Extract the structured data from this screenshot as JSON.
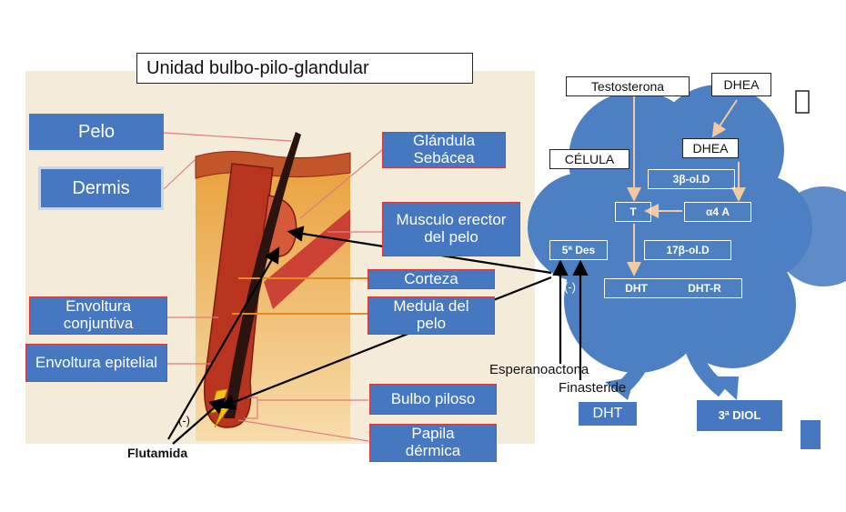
{
  "title": "Unidad bulbo-pilo-glandular",
  "left_labels": {
    "pelo": "Pelo",
    "dermis": "Dermis",
    "envoltura_conjuntiva": "Envoltura conjuntiva",
    "envoltura_epitelial": "Envoltura epitelial"
  },
  "right_labels": {
    "glandula": "Glándula Sebácea",
    "musculo": "Musculo erector del pelo",
    "corteza": "Corteza",
    "medula": "Medula del pelo",
    "bulbo": "Bulbo piloso",
    "papila": "Papila dérmica"
  },
  "pathway": {
    "testosterona": "Testosterona",
    "dhea_top": "DHEA",
    "dhea_inner": "DHEA",
    "celula": "CÉLULA",
    "beta_old": "3β-ol.D",
    "t": "T",
    "alpha4a": "α4 A",
    "des5": "5ª Des",
    "beta17": "17β-ol.D",
    "inhib_cell": "(-)",
    "dht_inner": "DHT",
    "dhtr": "DHT-R",
    "dht_out": "DHT",
    "diol": "3ª DIOL"
  },
  "drugs": {
    "esperanoactona": "Esperanoactona",
    "finasteride": "Finasteride",
    "flutamida": "Flutamida",
    "inhib_left": "(-)"
  },
  "colors": {
    "blue": "#4677c1",
    "cloud": "#4d7fc3",
    "skin": "#d7822a",
    "hair": "#2b1410",
    "muscle": "#c62d2d"
  }
}
